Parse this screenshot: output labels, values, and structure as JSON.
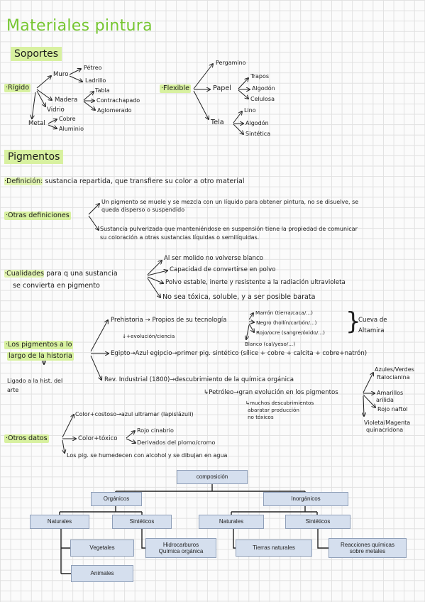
{
  "title": "Materiales pintura",
  "soportes": {
    "heading": "Soportes",
    "rigido": "·Rígido",
    "muro": "Muro",
    "petreo": "Pétreo",
    "ladrillo": "Ladrillo",
    "madera": "Madera",
    "tabla": "Tabla",
    "contrachapado": "Contrachapado",
    "aglomerado": "Aglomerado",
    "vidrio": "Vidrio",
    "metal": "Metal",
    "cobre": "Cobre",
    "aluminio": "Aluminio",
    "flexible": "·Flexible",
    "pergamino": "Pergamino",
    "papel": "Papel",
    "trapos": "Trapos",
    "algodon_papel": "Algodón",
    "celulosa": "Celulosa",
    "tela": "Tela",
    "lino": "Lino",
    "algodon_tela": "Algodón",
    "sintetica": "Sintética"
  },
  "pigmentos": {
    "heading": "Pigmentos",
    "definicion_label": "·Definición:",
    "definicion_text": "sustancia repartida, que transfiere su color a otro material",
    "otras_def_label": "·Otras definiciones",
    "otras_def_1a": "Un pigmento se muele y se mezcla con un líquido para obtener pintura, no se disuelve, se",
    "otras_def_1b": "queda disperso o suspendido",
    "otras_def_2a": "Sustancia pulverizada que manteniéndose en suspensión tiene la propiedad de comunicar",
    "otras_def_2b": "su coloración a otras sustancias líquidas o semilíquidas.",
    "cualidades_label": "·Cualidades",
    "cualidades_rest": "para q una sustancia",
    "cualidades_line2": "se convierta en pigmento",
    "cual_1": "Al ser molido no volverse blanco",
    "cual_2": "Capacidad de convertirse en polvo",
    "cual_3": "Polvo estable, inerte y resistente a la radiación ultravioleta",
    "cual_4": "No sea tóxica, soluble, y a ser posible barata",
    "historia_label_1": "·Los pigmentos a lo",
    "historia_label_2": "largo de la historia",
    "ligado_1": "Ligado a la hist. del",
    "ligado_2": "arte",
    "prehistoria": "Prehistoria → Propios de su tecnología",
    "marron": "Marrón (tierra/caca/...)",
    "negro": "Negro (hollín/carbón/...)",
    "rojo_ocre": "Rojo/ocre (sangre/óxido/...)",
    "blanco": "Blanco (cal/yeso/...)",
    "cueva_1": "Cueva de",
    "cueva_2": "Altamira",
    "evolucion": "↓+evolución/ciencia",
    "egipto": "Egipto→Azul egipcio→primer pig. sintético (sílice + cobre + calcita + cobre+natrón)",
    "rev_industrial": "Rev. Industrial (1800)→descubrimiento de la química orgánica",
    "petroleo": "↳Petróleo→gran evolución en los pigmentos",
    "muchos_1": "↳muchos descubrimientos",
    "muchos_2": "abaratar producción",
    "muchos_3": "no tóxicos",
    "azules": "Azules/Verdes",
    "ftalo": "ftalocianina",
    "amarillos": "Amarillos",
    "arilida": "arilida",
    "rojo_naftol": "Rojo naftol",
    "violeta": "Violeta/Magenta",
    "quinacridona": "quinacridona",
    "otros_datos": "·Otros datos",
    "dato_1": "Color+costoso→azul ultramar (lapislázuli)",
    "dato_2": "Color+tóxico",
    "rojo_cinabrio": "Rojo cinabrio",
    "derivados": "Derivados del plomo/cromo",
    "dato_3": "Los pig. se humedecen con alcohol y se dibujan en agua"
  },
  "diagram": {
    "composicion": "composición",
    "organicos": "Orgánicos",
    "inorganicos": "Inorgánicos",
    "naturales_org": "Naturales",
    "sinteticos_org": "Sintéticos",
    "naturales_inorg": "Naturales",
    "sinteticos_inorg": "Sintéticos",
    "vegetales": "Vegetales",
    "animales": "Animales",
    "hidrocarburos_1": "Hidrocarburos",
    "hidrocarburos_2": "Química orgánica",
    "tierras": "Tierras naturales",
    "reacciones_1": "Reacciones químicas",
    "reacciones_2": "sobre metales"
  }
}
